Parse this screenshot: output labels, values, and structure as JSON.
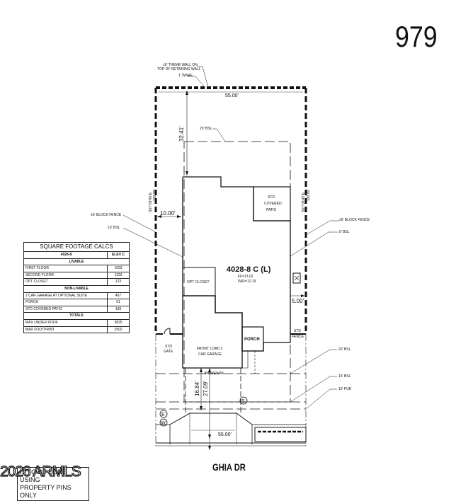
{
  "lot_number": "979",
  "street_name": "GHIA DR",
  "plan": {
    "name": "4028-8 C (L)",
    "ff": "FF=13.02",
    "pad": "PAD=12.19"
  },
  "labels": {
    "theme_wall": [
      "±6' THEME WALL ON",
      "TOP OF RETAINING WALL"
    ],
    "wnae": "1' WNAE",
    "bsl_20_top": "20' BSL",
    "block_fence_left": "±6' BLOCK FENCE",
    "bsl_10": "10' BSL",
    "block_fence_right": "±6' BLOCK FENCE",
    "bsl_5": "5' BSL",
    "bsl_20_bottom": "20' BSL",
    "bsl_15": "15' BSL",
    "pue_13": "13' PUE",
    "std_covered_patio": [
      "STD",
      "COVERED",
      "PATIO"
    ],
    "opt_closet": "OPT CLOSET",
    "porch": "PORCH",
    "garage": [
      "FRONT LOAD 2",
      "CAR GARAGE"
    ],
    "driveway": "DRIVEWAY",
    "std_gate": [
      "STD",
      "GATE"
    ],
    "std_fence": [
      "STD",
      "FENCE"
    ],
    "electric": "E",
    "water": "W",
    "sewer": "S"
  },
  "dimensions": {
    "top_width": "55.00'",
    "bottom_width": "55.00'",
    "rear_setback": "32.41'",
    "left_setback": "10.00'",
    "right_setback": "5.00'",
    "drive_16": "16.84'",
    "drive_27": "27.09'",
    "left_bearing": "S57°05'45\"E",
    "left_length": "130.00'",
    "right_bearing": "S57°05'45\"E",
    "right_length": "130.00'"
  },
  "sqft_table": {
    "title": "SQUARE FOOTAGE CALCS",
    "col1": "4028-8",
    "col2": "ELEV C",
    "sections": [
      {
        "name": "LIVABLE",
        "rows": [
          {
            "label": "FIRST FLOOR",
            "value": "1693"
          },
          {
            "label": "SECOND FLOOR",
            "value": "1123"
          },
          {
            "label": "OPT CLOSET",
            "value": "123"
          }
        ]
      },
      {
        "name": "NON-LIVABLE",
        "rows": [
          {
            "label": "2 CAR GARAGE AT OPTIONAL SUITE",
            "value": "457"
          },
          {
            "label": "PORCH",
            "value": "61"
          },
          {
            "label": "STD COVERED PATIO",
            "value": "168"
          }
        ]
      },
      {
        "name": "TOTALS",
        "rows": [
          {
            "label": "MAX UNDER ROOF",
            "value": "3825"
          },
          {
            "label": "MAX FOOTPRINT",
            "value": "2502"
          }
        ]
      }
    ]
  },
  "watermark": "2026 ARMLS",
  "notice": [
    "IS TO BE DONE USING",
    "PROPERTY PINS ONLY"
  ]
}
